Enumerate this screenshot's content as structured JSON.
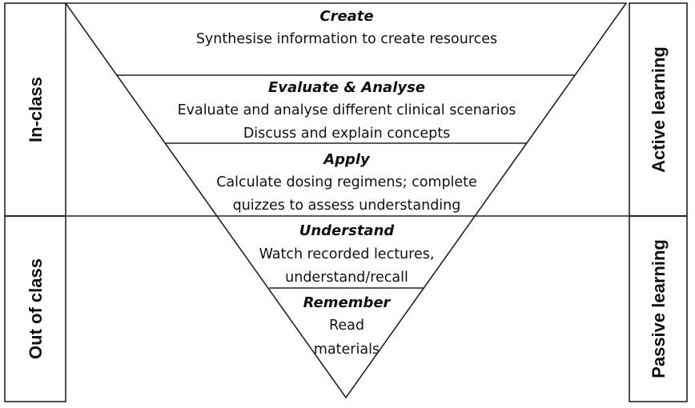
{
  "left_labels": {
    "top": "In-class",
    "bottom": "Out of class"
  },
  "right_labels": {
    "top": "Active learning",
    "bottom": "Passive learning"
  },
  "levels": [
    {
      "title": "Create",
      "lines": [
        "Synthesise information to create resources"
      ]
    },
    {
      "title": "Evaluate & Analyse",
      "lines": [
        "Evaluate and analyse different clinical scenarios",
        "Discuss and explain concepts"
      ]
    },
    {
      "title": "Apply",
      "lines": [
        "Calculate dosing regimens; complete",
        "quizzes to assess understanding"
      ]
    },
    {
      "title": "Understand",
      "lines": [
        "Watch recorded lectures,",
        "understand/recall"
      ]
    },
    {
      "title": "Remember",
      "lines": [
        "Read",
        "materials"
      ]
    }
  ]
}
